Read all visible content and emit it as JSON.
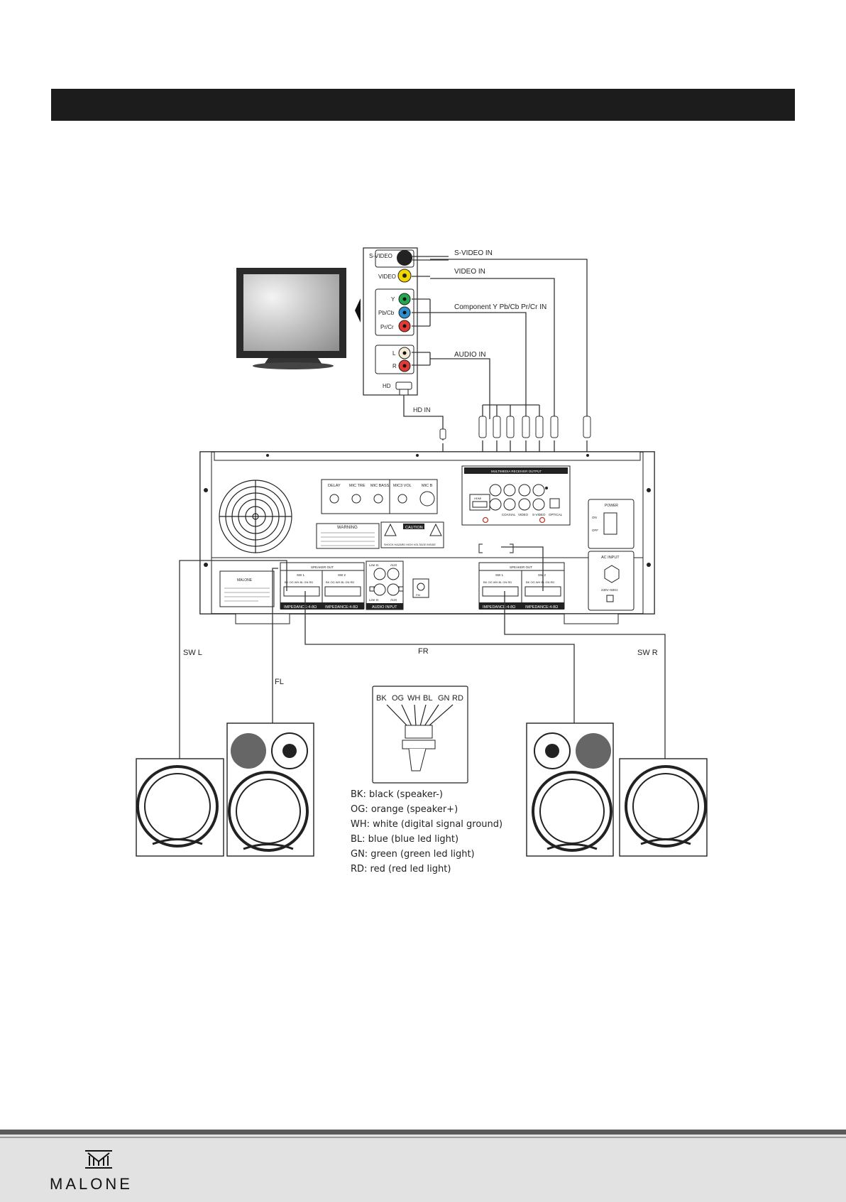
{
  "connections": {
    "svideo_jack": "S-VIDEO",
    "video_jack": "VIDEO",
    "y_jack": "Y",
    "pb_jack": "Pb/Cb",
    "pr_jack": "Pr/Cr",
    "l_jack": "L",
    "r_jack": "R",
    "hd_jack": "HD",
    "svideo_in": "S-VIDEO IN",
    "video_in": "VIDEO IN",
    "component_in": "Component Y Pb/Cb Pr/Cr IN",
    "audio_in": "AUDIO IN",
    "hd_in": "HD IN"
  },
  "panel": {
    "delay": "DELAY",
    "mic_tre": "MIC TRE",
    "mic_bass": "MIC BASS",
    "mic_vol": "MIC3 VOL",
    "mic_b": "MIC B",
    "multimedia_output": "MULTIMEDIA RECEIVER OUTPUT",
    "coaxial": "COAXIAL",
    "video": "VIDEO",
    "svideo": "S-VIDEO",
    "optical": "OPTICAL",
    "hdmi": "HDMI",
    "warning": "WARNING",
    "caution": "CAUTION",
    "shock_hazard": "SHOCK HAZARD HIGH VOLTAGE INSIDE",
    "power": "POWER",
    "on": "ON",
    "off": "OFF",
    "ac_input": "AC INPUT",
    "ac_voltage": "230V~50Hz",
    "speaker_out_left": "SPEAKER OUT",
    "speaker_out_right": "SPEAKER OUT",
    "sw1_left": "SW 1",
    "sw2_left": "SW 2",
    "sw1_right": "SW 1",
    "sw2_right": "SW 2",
    "pins": "BK OG WH BL GN RD",
    "impedance": "IMPEDANCE:4-8Ω",
    "audio_input": "AUDIO INPUT",
    "line_in": "Line In",
    "aux": "AUX",
    "fm": "FM",
    "brand_label": "MALONE"
  },
  "speakers": {
    "sw_l": "SW L",
    "fl": "FL",
    "fr": "FR",
    "sw_r": "SW R"
  },
  "connector_pins": [
    "BK",
    "OG",
    "WH",
    "BL",
    "GN",
    "RD"
  ],
  "legend": [
    "BK: black (speaker-)",
    "OG: orange (speaker+)",
    "WH: white (digital signal ground)",
    "BL: blue (blue led light)",
    "GN: green  (green led light)",
    "RD: red  (red led light)"
  ],
  "footer": {
    "brand": "MALONE"
  }
}
